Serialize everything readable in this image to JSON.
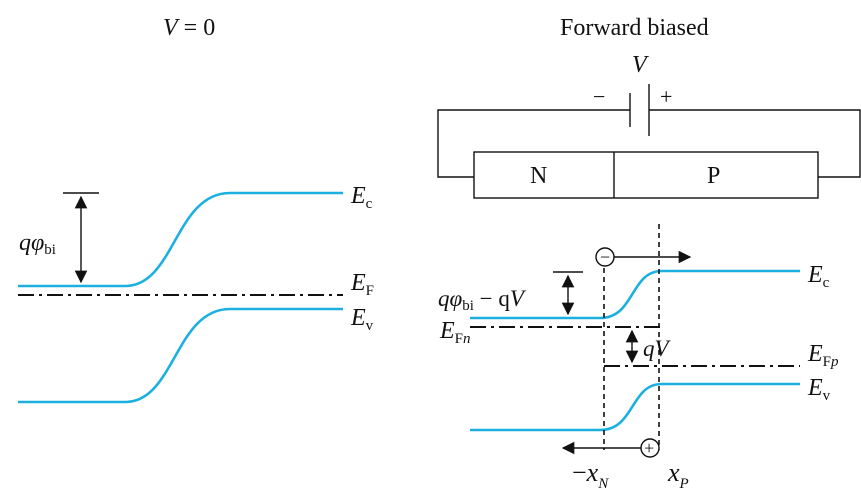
{
  "left_panel": {
    "title_symbol": "V",
    "title_rest": " = 0",
    "barrier_label_q": "q",
    "barrier_label_phi": "φ",
    "barrier_label_sub": "bi",
    "ec_main": "E",
    "ec_sub": "c",
    "ef_main": "E",
    "ef_sub": "F",
    "ev_main": "E",
    "ev_sub": "v"
  },
  "right_panel": {
    "title": "Forward biased",
    "battery_label": "V",
    "battery_minus": "−",
    "battery_plus": "+",
    "region_n": "N",
    "region_p": "P",
    "barrier_q1": "q",
    "barrier_phi": "φ",
    "barrier_sub": "bi",
    "barrier_rest": " − q",
    "barrier_v": "V",
    "qv_q": "q",
    "qv_v": "V",
    "ec_main": "E",
    "ec_sub": "c",
    "efn_main": "E",
    "efn_sub": "F",
    "efn_subi": "n",
    "efp_main": "E",
    "efp_sub": "F",
    "efp_subi": "p",
    "ev_main": "E",
    "ev_sub": "v",
    "electron_sign": "−",
    "hole_sign": "+",
    "xn_minus": "−",
    "xn_main": "x",
    "xn_sub": "N",
    "xp_main": "x",
    "xp_sub": "P"
  },
  "colors": {
    "band": "#1cb0e0",
    "ink": "#111111"
  }
}
